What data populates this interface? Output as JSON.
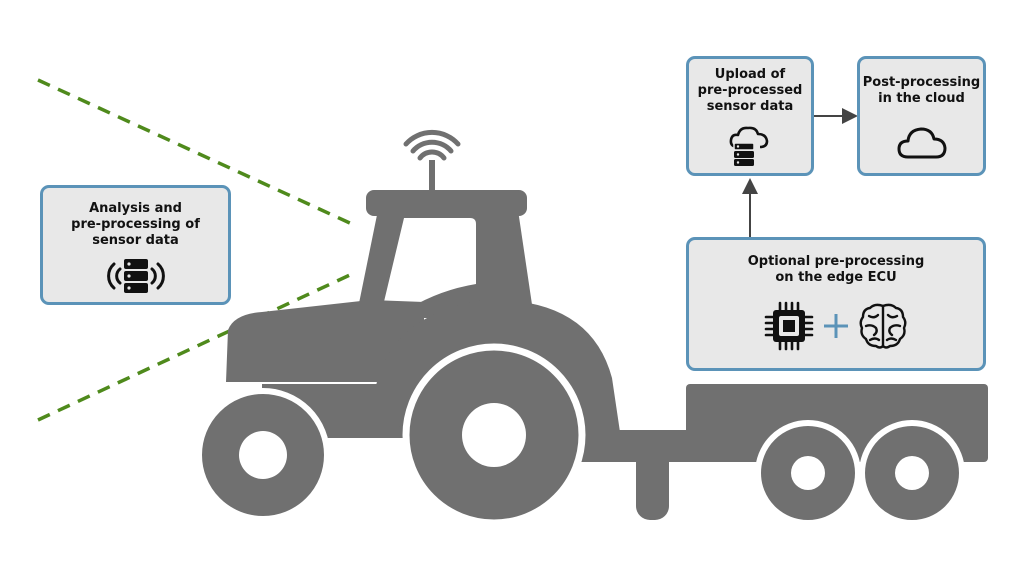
{
  "boxes": {
    "analysis": {
      "text": "Analysis and\npre-processing of\nsensor data",
      "icon": "server-with-signal-waves-icon"
    },
    "upload": {
      "text": "Upload of\npre-processed\nsensor data",
      "icon": "cloud-upload-server-icon"
    },
    "post_processing": {
      "text": "Post-processing\nin the cloud",
      "icon": "cloud-icon"
    },
    "edge": {
      "text": "Optional pre-processing\non the edge ECU",
      "icons": [
        "microchip-icon",
        "plus-icon",
        "brain-icon"
      ]
    }
  },
  "colors": {
    "box_border": "#5b93b8",
    "box_fill": "#e8e8e8",
    "vehicle": "#707070",
    "sensor_beam": "#4f8a1c",
    "arrow": "#444444",
    "plus": "#5b93b8"
  }
}
